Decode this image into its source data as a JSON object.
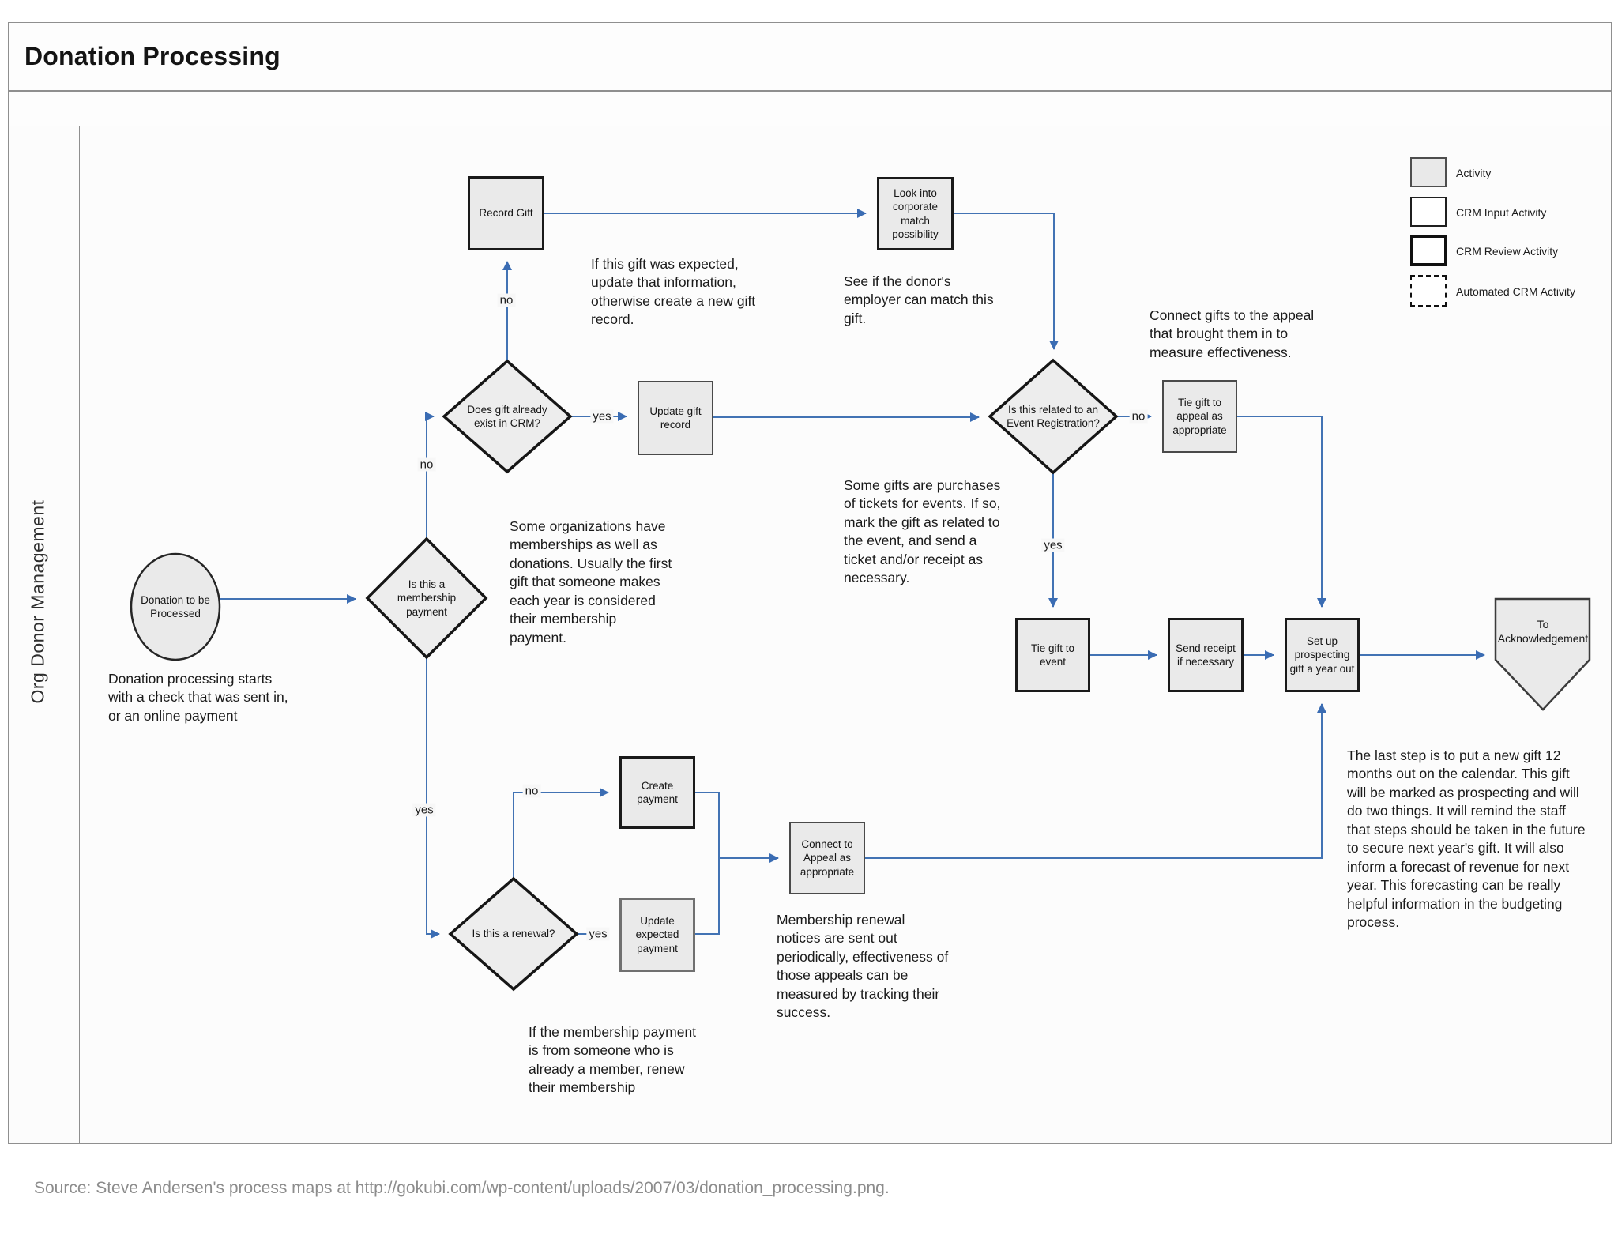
{
  "title": "Donation Processing",
  "lane": {
    "label": "Org Donor Management"
  },
  "legend": {
    "items": [
      {
        "label": "Activity"
      },
      {
        "label": "CRM Input Activity"
      },
      {
        "label": "CRM Review Activity"
      },
      {
        "label": "Automated CRM Activity"
      }
    ]
  },
  "colors": {
    "connector_blue": "#4273b4",
    "shape_fill": "#eaeaea",
    "border_dark": "#1a1a1a"
  },
  "nodes": {
    "start": {
      "label": "Donation to be Processed",
      "shape": "ellipse"
    },
    "membership": {
      "label": "Is this a membership payment",
      "shape": "decision"
    },
    "crm_exists": {
      "label": "Does gift already exist in CRM?",
      "shape": "decision"
    },
    "record_gift": {
      "label": "Record Gift",
      "shape": "box"
    },
    "update_gift": {
      "label": "Update gift record",
      "shape": "box"
    },
    "corporate_match": {
      "label": "Look into corporate match possibility",
      "shape": "box"
    },
    "event_reg": {
      "label": "Is this related to an Event Registration?",
      "shape": "decision"
    },
    "tie_appeal": {
      "label": "Tie gift to appeal as appropriate",
      "shape": "box"
    },
    "tie_event": {
      "label": "Tie gift to event",
      "shape": "box"
    },
    "send_receipt": {
      "label": "Send receipt if necessary",
      "shape": "box"
    },
    "setup_prospect": {
      "label": "Set up prospecting gift a year out",
      "shape": "box"
    },
    "to_ack": {
      "label": "To Acknowledgement",
      "shape": "off-page-connector"
    },
    "create_payment": {
      "label": "Create payment",
      "shape": "box"
    },
    "renewal": {
      "label": "Is this a renewal?",
      "shape": "decision"
    },
    "update_expected": {
      "label": "Update expected payment",
      "shape": "box"
    },
    "connect_appeal": {
      "label": "Connect to Appeal as appropriate",
      "shape": "box"
    }
  },
  "edge_labels": {
    "membership_no": "no",
    "membership_yes": "yes",
    "crm_no": "no",
    "crm_yes": "yes",
    "event_no": "no",
    "event_yes": "yes",
    "renewal_no": "no",
    "renewal_yes": "yes"
  },
  "annotations": {
    "start_note": "Donation processing starts with a check that was sent in, or an online payment",
    "gift_expected_note": "If this gift was expected, update that information, otherwise create a new gift record.",
    "corporate_note": "See if the donor's employer can match this gift.",
    "appeal_note": "Connect gifts to the appeal that brought them in to measure effectiveness.",
    "event_note": "Some gifts are purchases of tickets for events. If so, mark the gift as related to the event, and send a ticket and/or receipt as necessary.",
    "membership_note": "Some organizations have memberships as well as donations. Usually the first gift that someone makes each year is considered their membership payment.",
    "renewal_note": "If the membership payment is from someone who is already a member, renew their membership",
    "appeal_tracking_note": "Membership renewal notices are sent out periodically, effectiveness of those appeals can be measured by tracking their success.",
    "last_step_note": "The last step is to put a new gift 12 months out on the calendar. This gift will be marked as prospecting and will do two things. It will remind the staff that steps should be taken in the future to secure next year's gift. It will also inform a forecast of revenue for next year. This forecasting can be really helpful information in the budgeting process."
  },
  "source": "Source: Steve Andersen's process maps at http://gokubi.com/wp-content/uploads/2007/03/donation_processing.png."
}
